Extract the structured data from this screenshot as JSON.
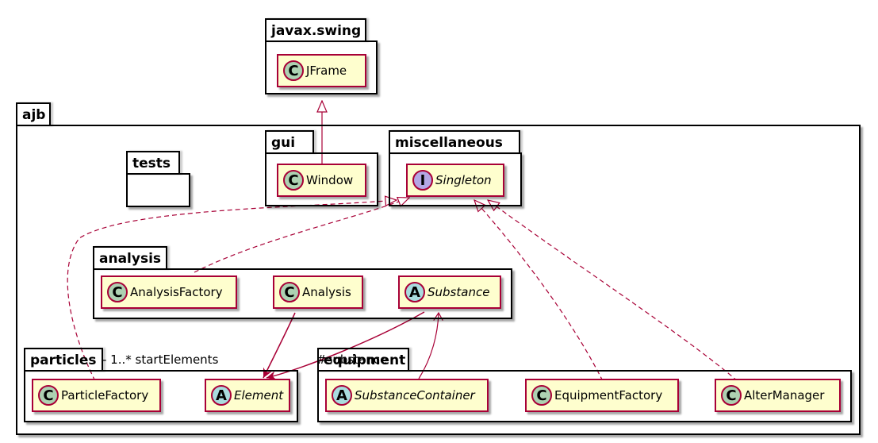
{
  "packages": {
    "javax_swing": "javax.swing",
    "ajb": "ajb",
    "tests": "tests",
    "gui": "gui",
    "miscellaneous": "miscellaneous",
    "analysis": "analysis",
    "particles": "particles",
    "equipment": "equipment"
  },
  "classes": {
    "jframe": "JFrame",
    "window": "Window",
    "singleton": "Singleton",
    "analysis_factory": "AnalysisFactory",
    "analysis": "Analysis",
    "substance": "Substance",
    "particle_factory": "ParticleFactory",
    "element": "Element",
    "substance_container": "SubstanceContainer",
    "equipment_factory": "EquipmentFactory",
    "alter_manager": "AlterManager"
  },
  "stereotype_letters": {
    "class": "C",
    "abstract": "A",
    "interface": "I"
  },
  "labels": {
    "start_elements": "- 1..* startElements",
    "substance_role": "#substance"
  },
  "colors": {
    "class_fill": "#FEFECE",
    "class_border": "#A80036",
    "class_icon": "#ADD1B2",
    "abstract_icon": "#A9DCDF",
    "interface_icon": "#B4A7E5",
    "arrow": "#A80036"
  }
}
